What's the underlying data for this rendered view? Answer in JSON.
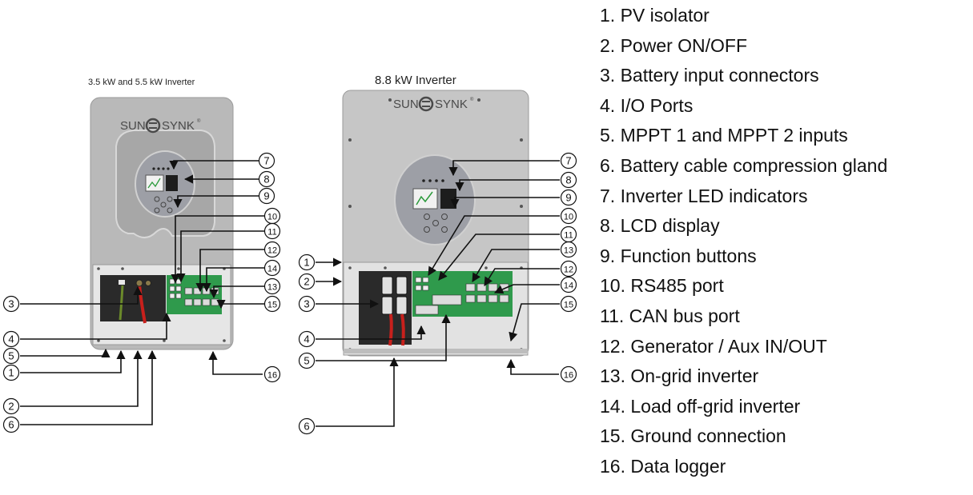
{
  "titles": {
    "small_inverter": "3.5 kW and 5.5 kW Inverter",
    "large_inverter": "8.8 kW Inverter"
  },
  "brand": {
    "left": "SUN",
    "right": "SYNK",
    "trademark": "®"
  },
  "callout_numbers": [
    "1",
    "2",
    "3",
    "4",
    "5",
    "6",
    "7",
    "8",
    "9",
    "10",
    "11",
    "12",
    "13",
    "14",
    "15",
    "16"
  ],
  "legend": [
    "1. PV isolator",
    "2. Power ON/OFF",
    "3. Battery input connectors",
    "4. I/O Ports",
    "5. MPPT 1 and MPPT 2 inputs",
    "6. Battery cable compression gland",
    "7. Inverter LED indicators",
    "8. LCD display",
    "9. Function buttons",
    "10. RS485 port",
    "11. CAN bus port",
    "12. Generator / Aux IN/OUT",
    "13. On-grid inverter",
    "14. Load off-grid inverter",
    "15. Ground connection",
    "16. Data logger"
  ],
  "colors": {
    "housing": "#b9b9b9",
    "panel": "#e4e4e4",
    "pcb": "#2f9a4c",
    "cable_red": "#c8201c",
    "line": "#111111"
  }
}
